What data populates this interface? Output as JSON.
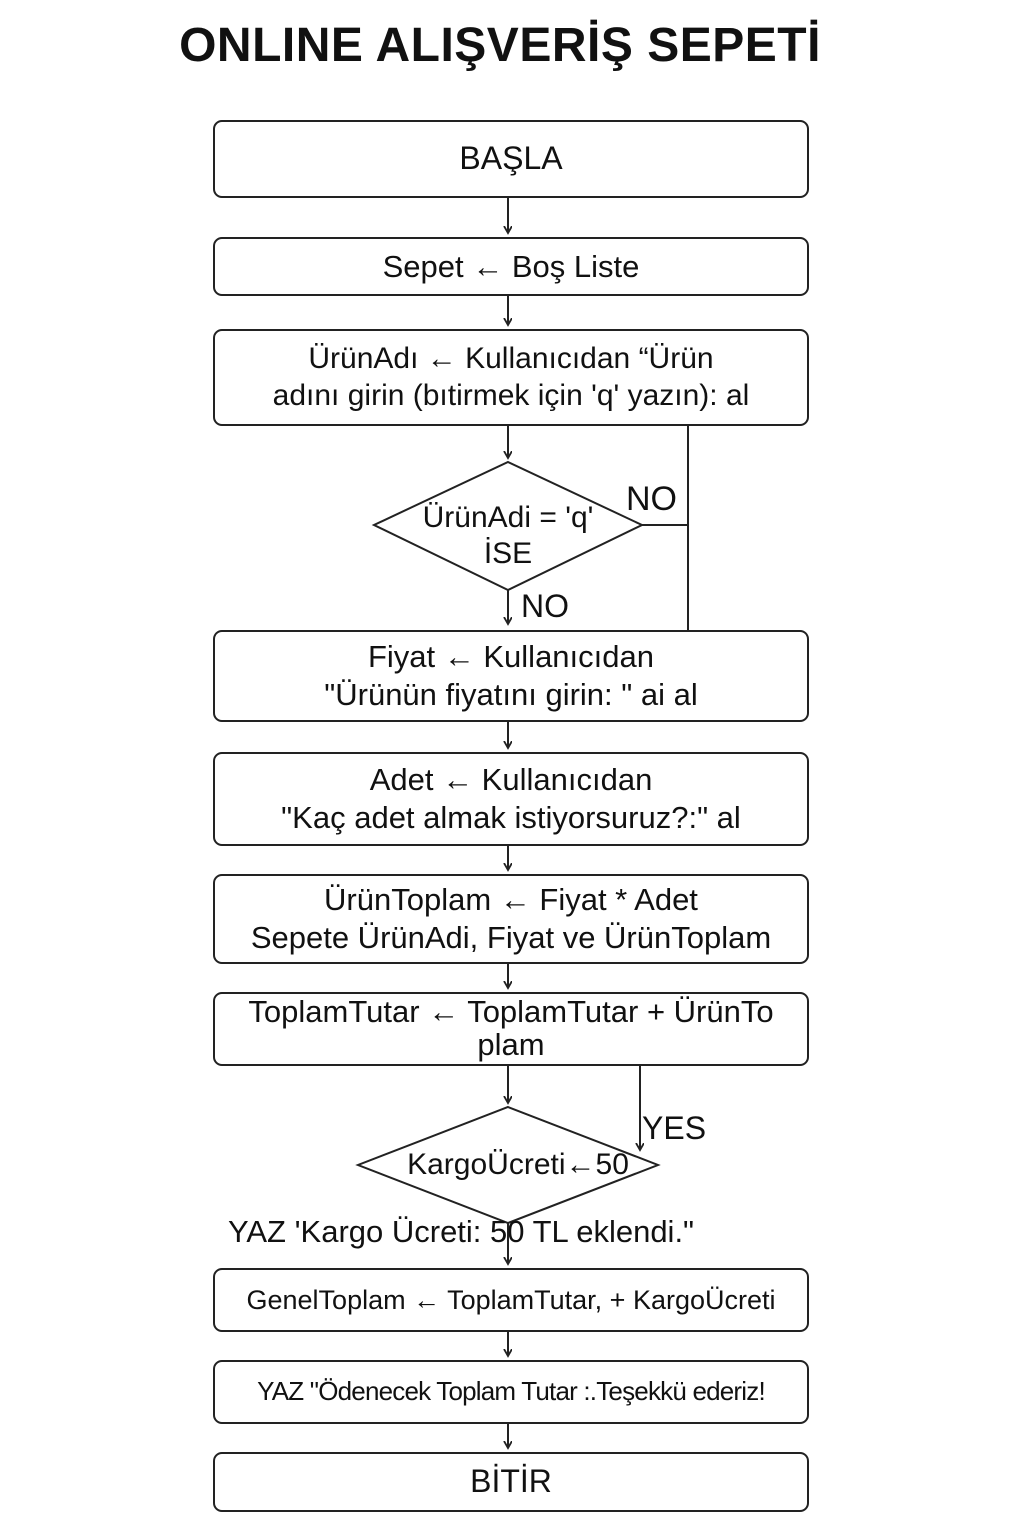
{
  "title": "ONLINE ALIŞVERİŞ SEPETİ",
  "nodes": {
    "start": "BAŞLA",
    "init_cart": "Sepet ← Boş Liste",
    "input_name": "ÜrünAdı ← Kullanıcıdan “Ürün\nadını girin (bıtirmek için 'q' yazın): al",
    "decision_q": "ÜrünAdi = 'q'\nİSE",
    "input_price": "Fiyat ← Kullanıcıdan\n\"Ürünün fiyatını girin: \" ai al",
    "input_qty": "Adet ← Kullanıcıdan\n\"Kaç adet almak istiyorsuruz?:\" al",
    "item_total": "ÜrünToplam ← Fiyat * Adet\nSepete ÜrünAdi, Fiyat ve ÜrünToplam",
    "running_total": "ToplamTutar ← ToplamTutar + ÜrünTo\nplam",
    "decision_shipping": "KargoÜcreti←50",
    "shipping_note": "YAZ 'Kargo Ücreti:  50 TL eklendi.\"",
    "grand_total": "GenelToplam ← ToplamTutar, + KargoÜcreti",
    "output_total": "YAZ \"Ödenecek Toplam Tutar :.Teşekkü ederiz!",
    "end": "BİTİR"
  },
  "labels": {
    "no_right": "NO",
    "no_down": "NO",
    "yes": "YES"
  }
}
